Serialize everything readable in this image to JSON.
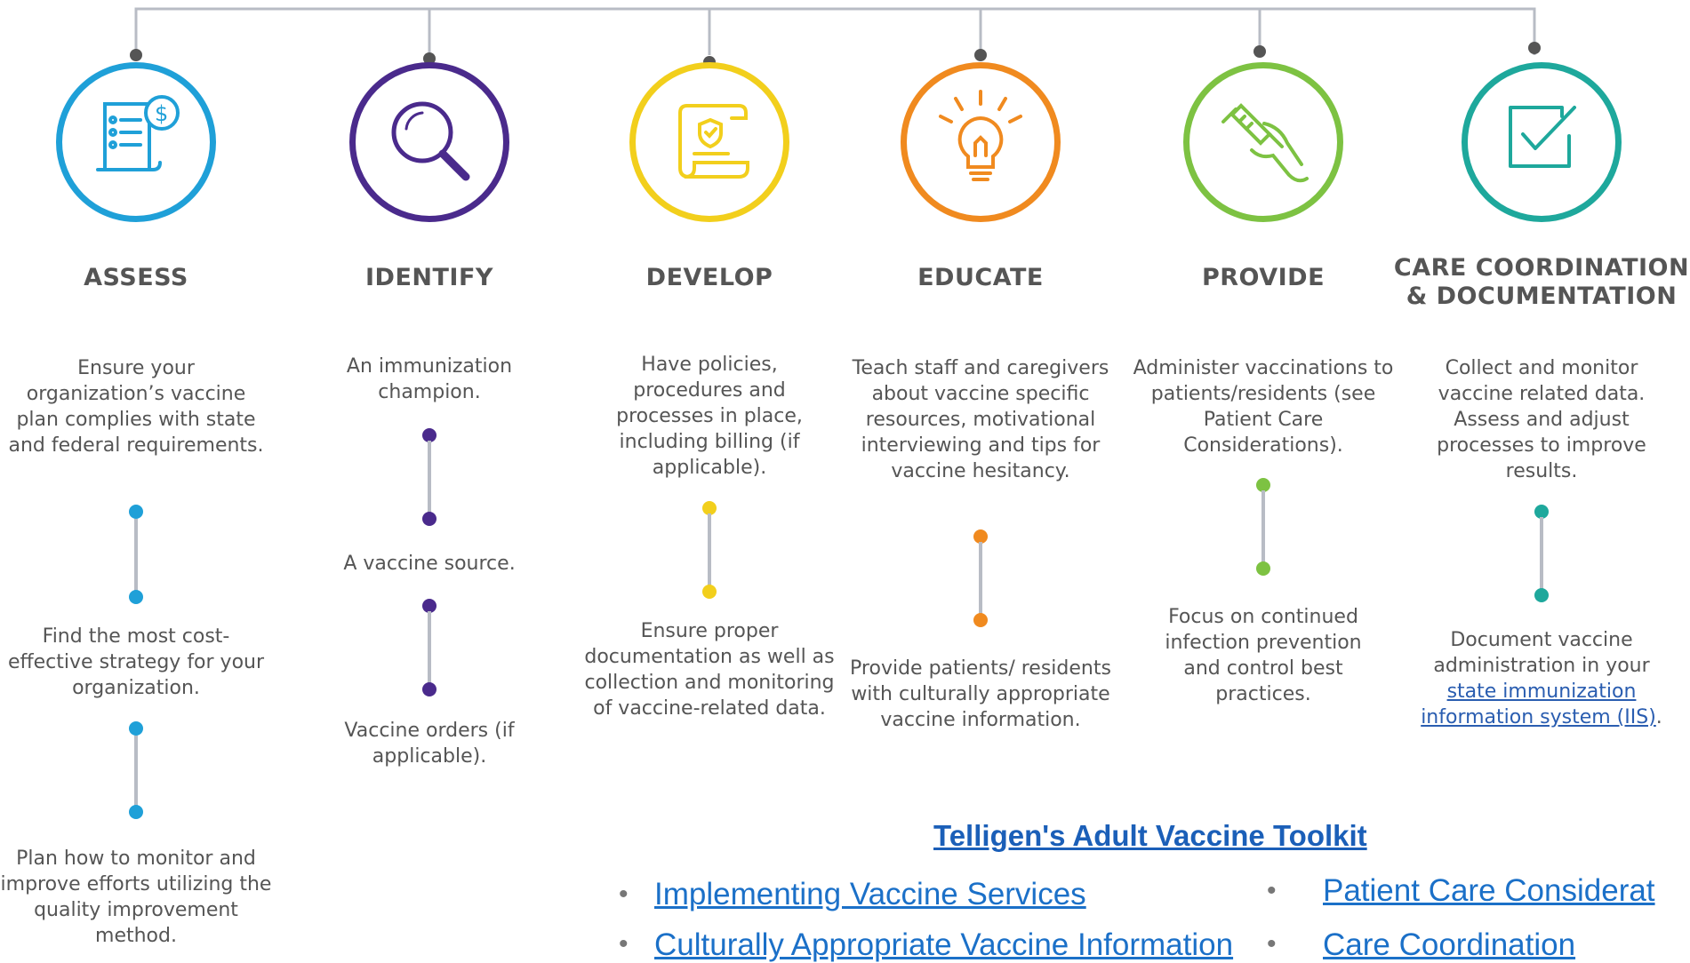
{
  "steps": [
    {
      "heading": "ASSESS",
      "color": "#1fa0d8",
      "icon": "invoice-dollar-icon",
      "texts": [
        "Ensure your organization’s vaccine plan complies with state and federal requirements.",
        "Find the most cost-effective strategy for your organization.",
        "Plan how to monitor and improve efforts utilizing the quality improvement method."
      ]
    },
    {
      "heading": "IDENTIFY",
      "color": "#4a2a8c",
      "icon": "magnifier-icon",
      "texts": [
        "An immunization champion.",
        "A vaccine source.",
        "Vaccine orders (if applicable)."
      ]
    },
    {
      "heading": "DEVELOP",
      "color": "#f2cf1c",
      "icon": "policy-scroll-icon",
      "texts": [
        "Have policies, procedures and processes in place, including billing (if applicable).",
        "Ensure proper documentation as well as collection and monitoring of vaccine-related data."
      ]
    },
    {
      "heading": "EDUCATE",
      "color": "#f08a1f",
      "icon": "lightbulb-icon",
      "texts": [
        "Teach staff and caregivers about vaccine specific resources, motivational interviewing and tips for vaccine hesitancy.",
        "Provide patients/ residents with culturally appropriate vaccine information."
      ]
    },
    {
      "heading": "PROVIDE",
      "color": "#7dc242",
      "icon": "syringe-hand-icon",
      "texts": [
        "Administer vaccinations to patients/residents (see Patient Care Considerations).",
        "Focus on continued infection prevention and control best practices."
      ]
    },
    {
      "heading_line1": "CARE COORDINATION",
      "heading_line2": "& DOCUMENTATION",
      "color": "#1ea89c",
      "icon": "checkbox-icon",
      "texts": [
        "Collect and monitor vaccine related data. Assess and adjust processes to improve results.",
        "Document vaccine administration in your"
      ],
      "link_line1": "state immunization",
      "link_line2": "information system (IIS)",
      "link_tail": "."
    }
  ],
  "toolkit": {
    "title": "Telligen's Adult Vaccine Toolkit",
    "links": [
      "Implementing Vaccine Services",
      "Patient Care Considerat",
      "Care Coordination"
    ],
    "partial_link": "Culturally Appropriate Vaccine Information"
  },
  "colors": {
    "line": "#b8bcc5",
    "connector_dot": "#555555"
  }
}
